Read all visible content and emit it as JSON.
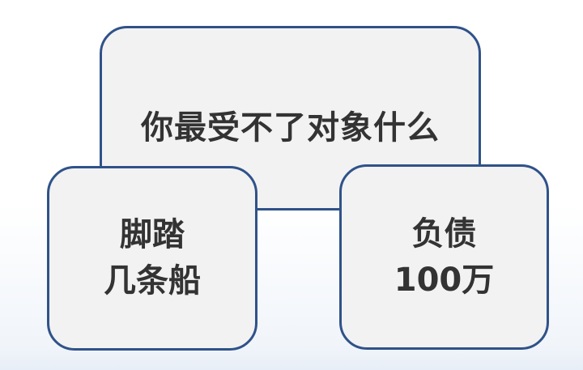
{
  "top_card": {
    "text": "你最受不了对象什么"
  },
  "left_card": {
    "line1": "脚踏",
    "line2": "几条船"
  },
  "right_card": {
    "line1": "负债",
    "line2": "100万"
  },
  "colors": {
    "card_fill": "#f2f2f2",
    "card_border": "#2f5289",
    "text": "#333333",
    "background": "#ffffff"
  }
}
